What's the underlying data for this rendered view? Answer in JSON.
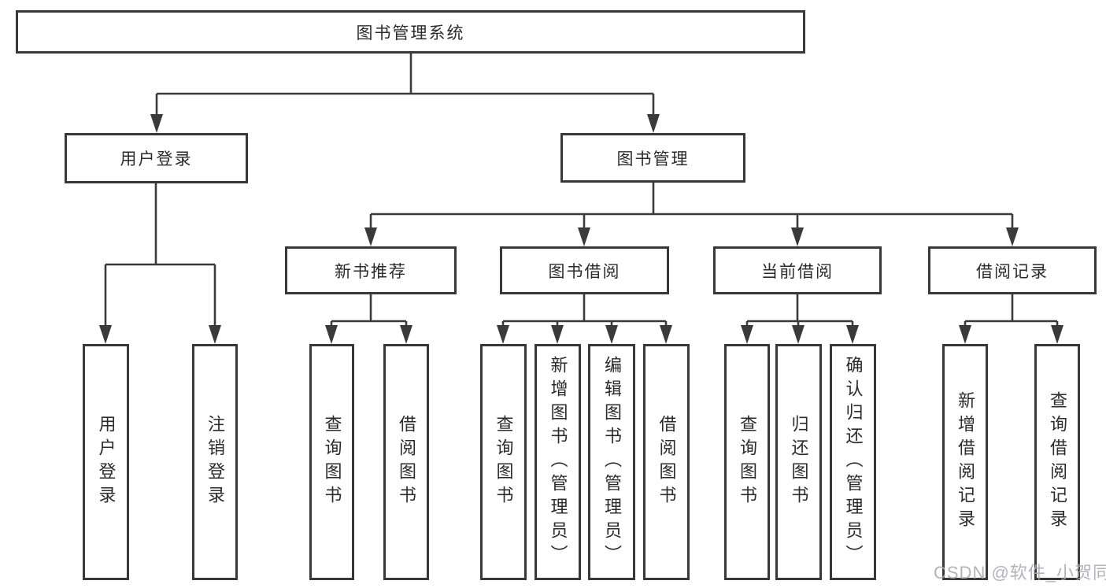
{
  "tree": {
    "root": {
      "label": "图书管理系统",
      "children": [
        {
          "label": "用户登录",
          "children": [
            {
              "label": "用户登录"
            },
            {
              "label": "注销登录"
            }
          ]
        },
        {
          "label": "图书管理",
          "children": [
            {
              "label": "新书推荐",
              "children": [
                {
                  "label": "查询图书"
                },
                {
                  "label": "借阅图书"
                }
              ]
            },
            {
              "label": "图书借阅",
              "children": [
                {
                  "label": "查询图书"
                },
                {
                  "label": "新增图书（管理员）"
                },
                {
                  "label": "编辑图书（管理员）"
                },
                {
                  "label": "借阅图书"
                }
              ]
            },
            {
              "label": "当前借阅",
              "children": [
                {
                  "label": "查询图书"
                },
                {
                  "label": "归还图书"
                },
                {
                  "label": "确认归还（管理员）"
                }
              ]
            },
            {
              "label": "借阅记录",
              "children": [
                {
                  "label": "新增借阅记录"
                },
                {
                  "label": "查询借阅记录"
                }
              ]
            }
          ]
        }
      ]
    }
  },
  "watermark": {
    "text": "CSDN @软件_小贺同学"
  },
  "colors": {
    "line": "#3a3a3a",
    "box_border": "#383838",
    "text": "#2b2b2b",
    "watermark": "#a8a8b2",
    "background": "#ffffff"
  }
}
